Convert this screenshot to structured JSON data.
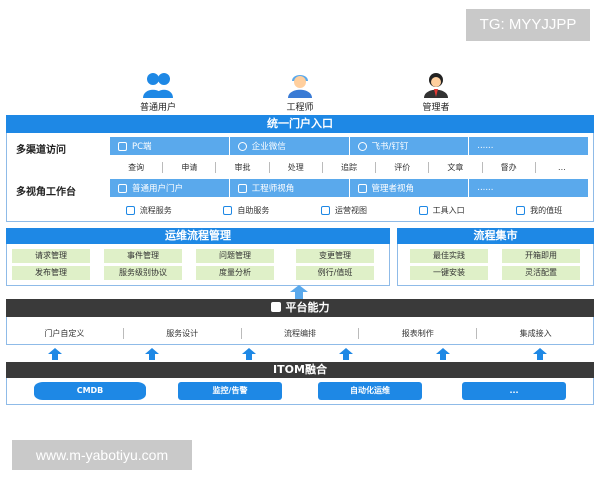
{
  "watermark_tg": "TG: MYYJJPP",
  "watermark_url": "www.m-yabotiyu.com",
  "roles": [
    "普通用户",
    "工程师",
    "管理者"
  ],
  "portal": {
    "title": "统一门户入口",
    "multichannel_label": "多渠道访问",
    "channels": [
      "PC端",
      "企业微信",
      "飞书/钉钉",
      "......"
    ],
    "actions": [
      "查询",
      "申请",
      "审批",
      "处理",
      "追踪",
      "评价",
      "文章",
      "督办",
      "..."
    ],
    "workbench_label": "多视角工作台",
    "views": [
      "普通用户门户",
      "工程师视角",
      "管理者视角",
      "......"
    ],
    "services": [
      "流程服务",
      "自助服务",
      "运营视图",
      "工具入口",
      "我的值班"
    ]
  },
  "ops_process": {
    "title": "运维流程管理",
    "items": [
      "请求管理",
      "事件管理",
      "问题管理",
      "变更管理",
      "发布管理",
      "服务级别协议",
      "度量分析",
      "例行/值班"
    ]
  },
  "process_market": {
    "title": "流程集市",
    "items": [
      "最佳实践",
      "开箱即用",
      "一键安装",
      "灵活配置"
    ]
  },
  "platform": {
    "title": "平台能力",
    "items": [
      "门户自定义",
      "服务设计",
      "流程编排",
      "报表制作",
      "集成接入"
    ]
  },
  "itom": {
    "title": "ITOM融合",
    "items": [
      "CMDB",
      "监控/告警",
      "自动化运维",
      "..."
    ]
  },
  "icons": {
    "roles": [
      "users-icon",
      "engineer-icon",
      "manager-icon"
    ],
    "channels": [
      "monitor-icon",
      "wechat-icon",
      "chat-bubble-icon"
    ],
    "views": [
      "window-icon",
      "window-icon",
      "window-icon"
    ],
    "services": [
      "flow-icon",
      "hand-icon",
      "chart-icon",
      "toolbox-icon",
      "duty-icon"
    ],
    "platform": "puzzle-icon"
  },
  "colors": {
    "primary": "#1e88e5",
    "light_blue": "#5aa9ec",
    "dark_bar": "#3a3a3a",
    "green_chip": "#dff0c8"
  }
}
